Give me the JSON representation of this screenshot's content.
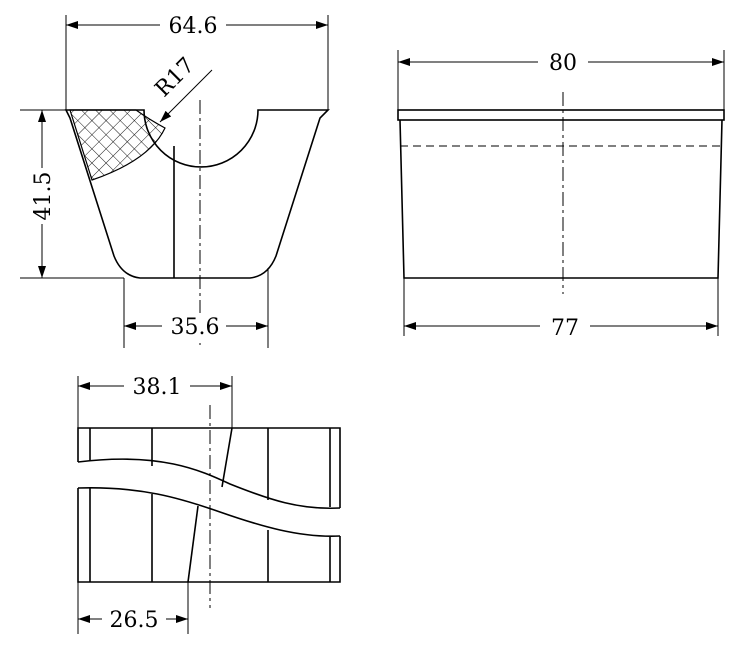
{
  "dimensions": {
    "top_width": "64.6",
    "radius": "R17",
    "height": "41.5",
    "bottom_width": "35.6",
    "side_top_width": "80",
    "side_bottom_width": "77",
    "plan_top_offset": "38.1",
    "plan_bottom_offset": "26.5"
  }
}
